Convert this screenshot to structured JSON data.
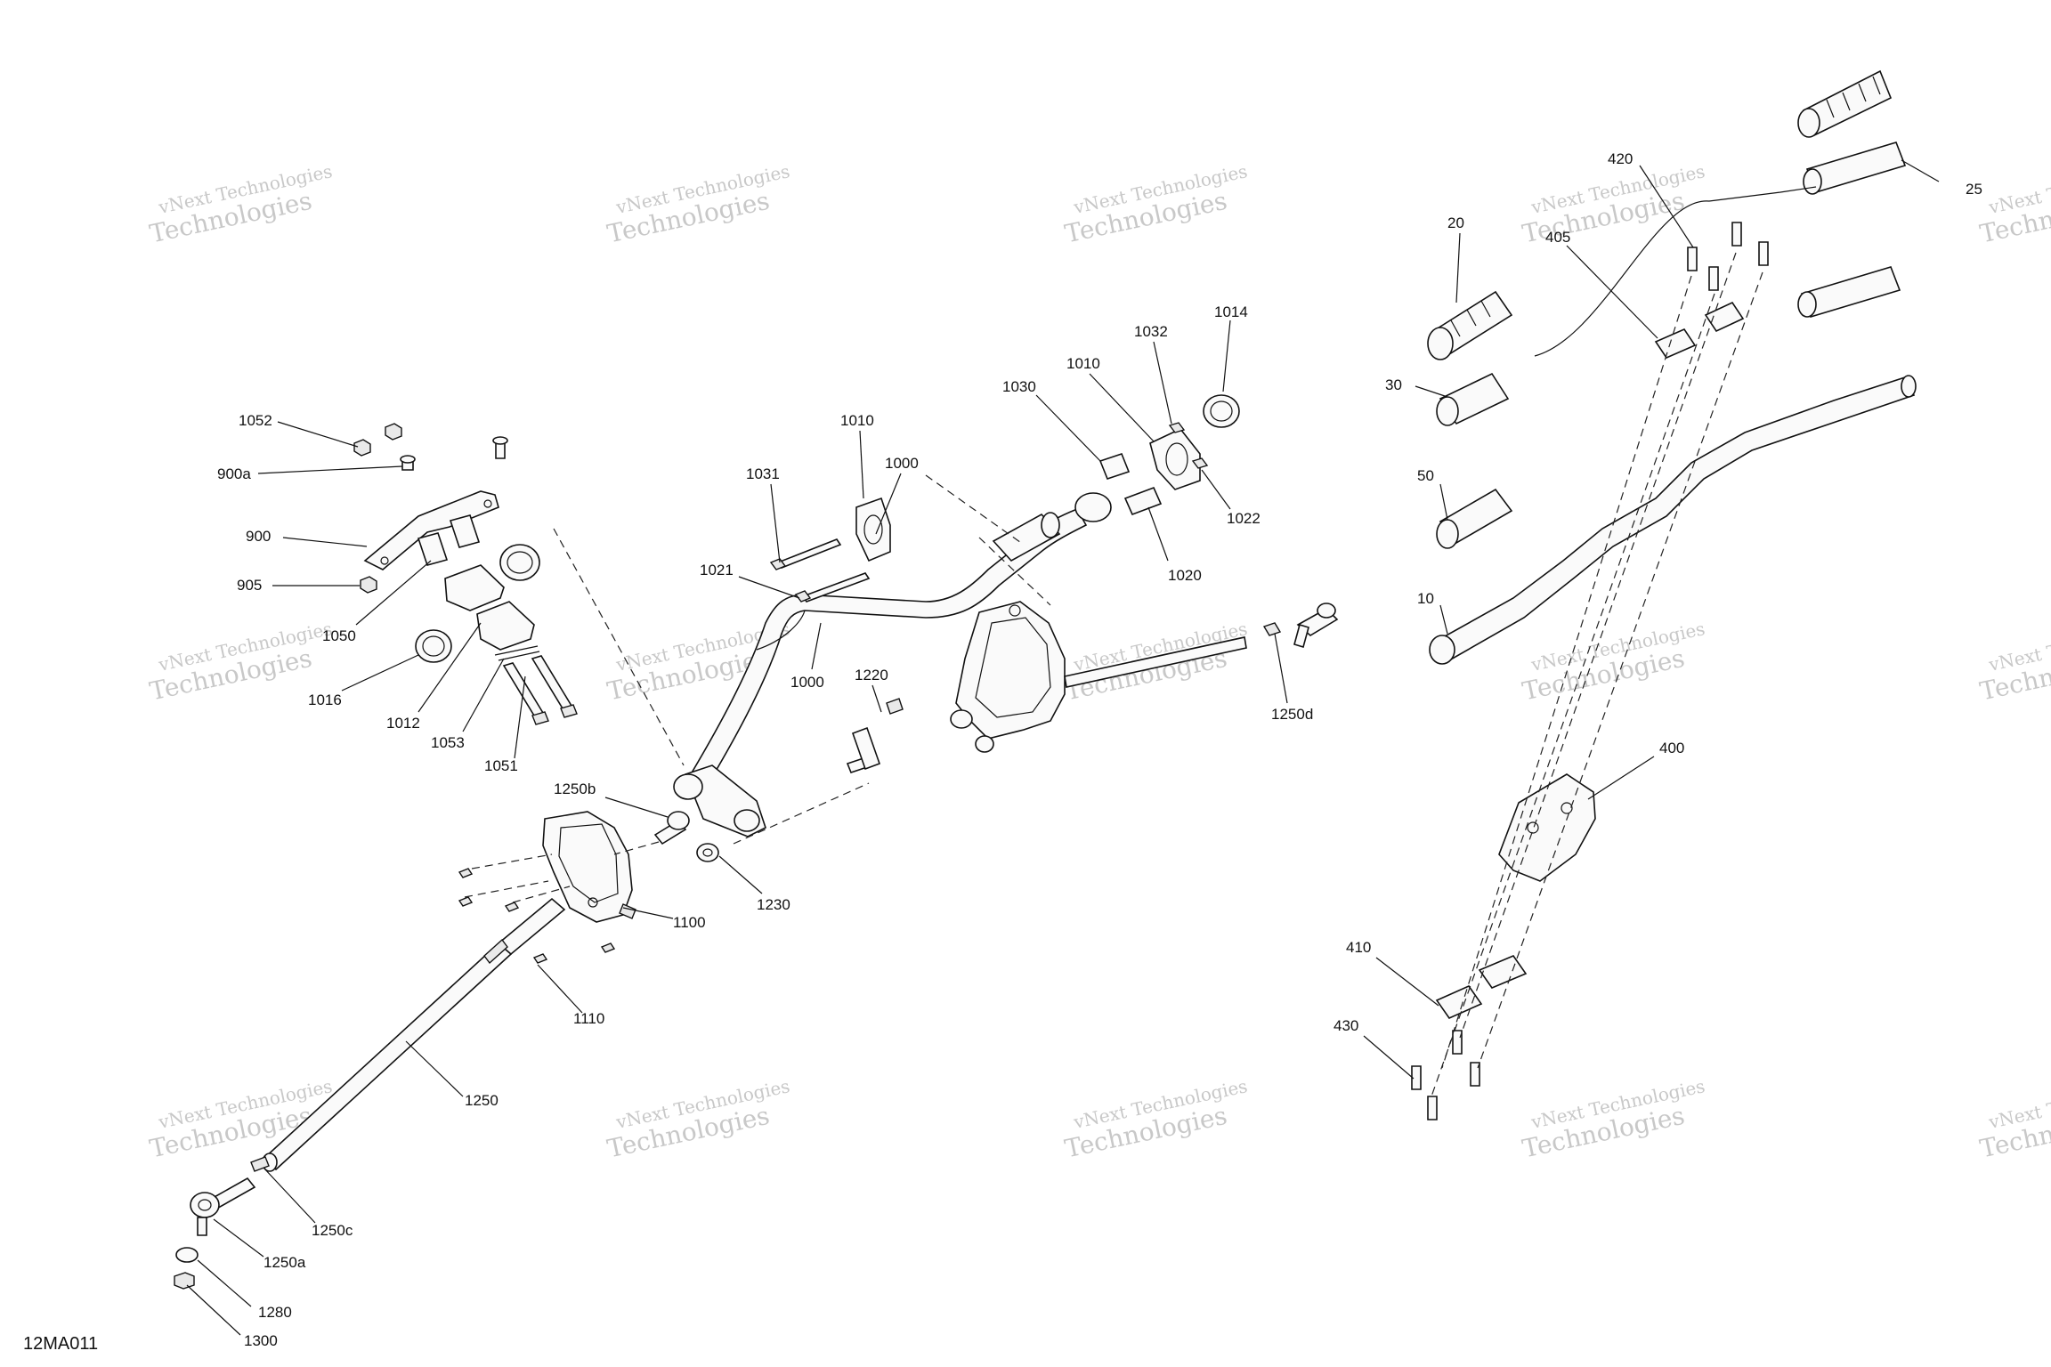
{
  "figure_id": "12MA011",
  "watermark": {
    "line1": "vNext Technologies",
    "line2": "Technologies"
  },
  "callouts": [
    {
      "id": "1052",
      "label": "1052"
    },
    {
      "id": "900a",
      "label": "900a"
    },
    {
      "id": "900",
      "label": "900"
    },
    {
      "id": "905",
      "label": "905"
    },
    {
      "id": "1050",
      "label": "1050"
    },
    {
      "id": "1016",
      "label": "1016"
    },
    {
      "id": "1012",
      "label": "1012"
    },
    {
      "id": "1053",
      "label": "1053"
    },
    {
      "id": "1051",
      "label": "1051"
    },
    {
      "id": "1031",
      "label": "1031"
    },
    {
      "id": "1010a",
      "label": "1010"
    },
    {
      "id": "1000a",
      "label": "1000"
    },
    {
      "id": "1021",
      "label": "1021"
    },
    {
      "id": "1000b",
      "label": "1000"
    },
    {
      "id": "1030",
      "label": "1030"
    },
    {
      "id": "1010b",
      "label": "1010"
    },
    {
      "id": "1032",
      "label": "1032"
    },
    {
      "id": "1014",
      "label": "1014"
    },
    {
      "id": "1022",
      "label": "1022"
    },
    {
      "id": "1020",
      "label": "1020"
    },
    {
      "id": "1220",
      "label": "1220"
    },
    {
      "id": "1250b",
      "label": "1250b"
    },
    {
      "id": "1230",
      "label": "1230"
    },
    {
      "id": "1100",
      "label": "1100"
    },
    {
      "id": "1110",
      "label": "1110"
    },
    {
      "id": "1250",
      "label": "1250"
    },
    {
      "id": "1250c",
      "label": "1250c"
    },
    {
      "id": "1250a",
      "label": "1250a"
    },
    {
      "id": "1280",
      "label": "1280"
    },
    {
      "id": "1300",
      "label": "1300"
    },
    {
      "id": "1250d",
      "label": "1250d"
    },
    {
      "id": "420",
      "label": "420"
    },
    {
      "id": "25",
      "label": "25"
    },
    {
      "id": "20",
      "label": "20"
    },
    {
      "id": "405",
      "label": "405"
    },
    {
      "id": "30",
      "label": "30"
    },
    {
      "id": "50",
      "label": "50"
    },
    {
      "id": "10",
      "label": "10"
    },
    {
      "id": "400",
      "label": "400"
    },
    {
      "id": "410",
      "label": "410"
    },
    {
      "id": "430",
      "label": "430"
    }
  ]
}
